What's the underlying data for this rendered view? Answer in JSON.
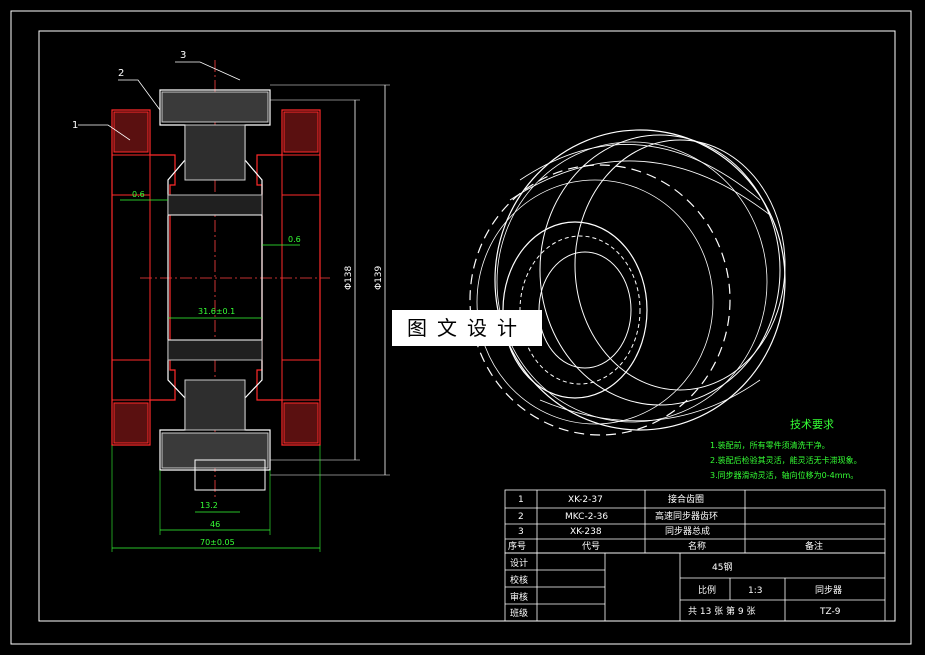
{
  "callouts": {
    "c1": "1",
    "c2": "2",
    "c3": "3"
  },
  "dimensions": {
    "d_small_top": "0.6",
    "d_small_mid": "0.6",
    "d_inner_width": "31.6±0.1",
    "d_hub_width": "13.2",
    "d_46": "46",
    "d_overall": "70±0.05",
    "d_dia1": "Φ138",
    "d_dia2": "Φ139"
  },
  "watermark": "图文设计",
  "tech": {
    "title": "技术要求",
    "lines": [
      "1.装配前，所有零件须清洗干净。",
      "2.装配后检验其灵活，能灵活无卡滞现象。",
      "3.同步器滑动灵活，轴向位移为0-4mm。"
    ]
  },
  "bom": {
    "rows": [
      {
        "no": "1",
        "code": "XK-2-37",
        "name": "接合齿圈"
      },
      {
        "no": "2",
        "code": "MKC-2-36",
        "name": "高速同步器齿环"
      },
      {
        "no": "3",
        "code": "XK-238",
        "name": "同步器总成"
      }
    ],
    "header": {
      "no": "序号",
      "code": "代号",
      "name": "名称",
      "note": "备注"
    }
  },
  "title_block": {
    "design": "设计",
    "check": "校核",
    "review": "审核",
    "class": "班级",
    "material": "45钢",
    "scale_label": "比例",
    "scale_value": "1:3",
    "drawing_name": "同步器",
    "sheets": "共 13 张  第 9 张",
    "drawing_no": "TZ-9"
  },
  "colors": {
    "background": "#000000",
    "frame": "#ffffff",
    "section": "#ff2a2a",
    "dimension": "#35ff35"
  }
}
